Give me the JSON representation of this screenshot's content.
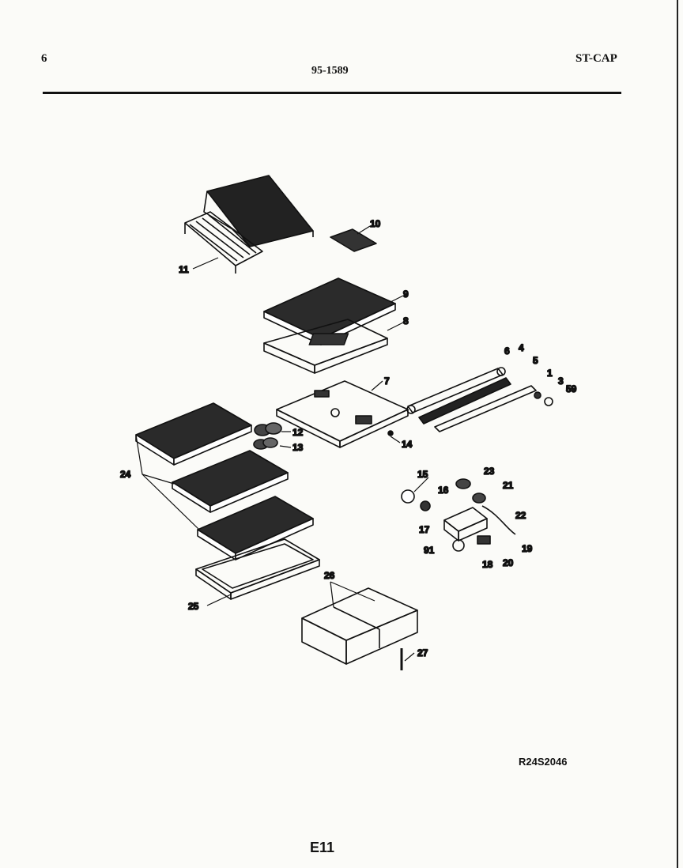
{
  "header": {
    "page_number": "6",
    "document_number": "95-1589",
    "model": "ST-CAP"
  },
  "footer": {
    "drawing_id": "R24S2046",
    "page_code": "E11"
  },
  "callouts": [
    "11",
    "10",
    "9",
    "8",
    "6",
    "4",
    "5",
    "1",
    "3",
    "59",
    "7",
    "12",
    "13",
    "14",
    "24",
    "15",
    "16",
    "23",
    "21",
    "22",
    "17",
    "91",
    "19",
    "18",
    "20",
    "25",
    "26",
    "27"
  ]
}
